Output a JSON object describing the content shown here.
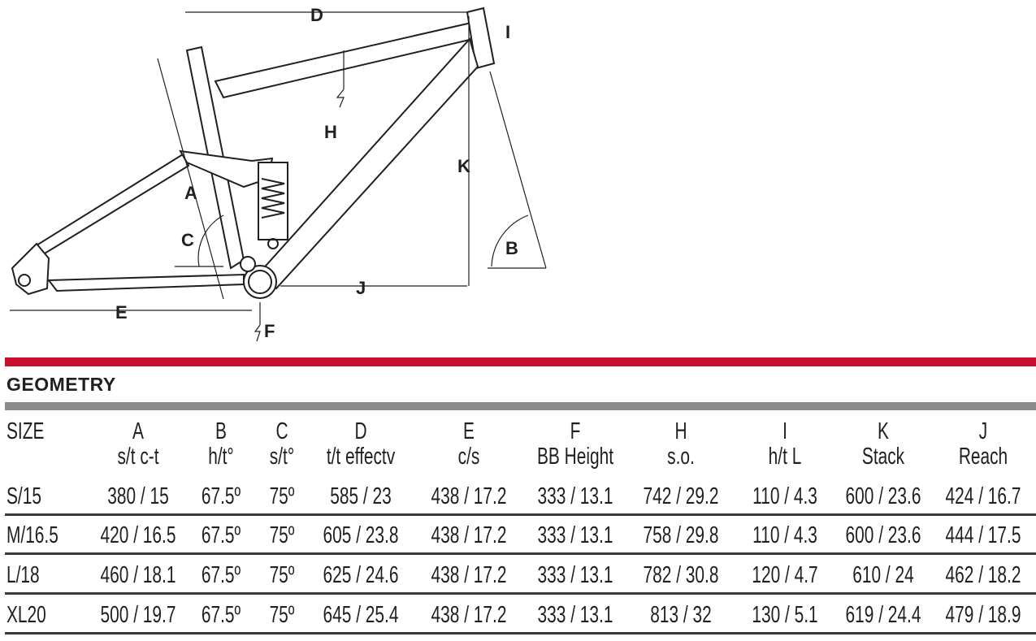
{
  "diagram": {
    "labels": {
      "A": "A",
      "B": "B",
      "C": "C",
      "D": "D",
      "E": "E",
      "F": "F",
      "H": "H",
      "I": "I",
      "J": "J",
      "K": "K"
    }
  },
  "section_title": "GEOMETRY",
  "colors": {
    "accent_red": "#c8102e",
    "bar_gray": "#8a8b8d"
  },
  "table": {
    "headers": [
      {
        "top": "SIZE",
        "bottom": ""
      },
      {
        "top": "A",
        "bottom": "s/t c-t"
      },
      {
        "top": "B",
        "bottom": "h/t°"
      },
      {
        "top": "C",
        "bottom": "s/t°"
      },
      {
        "top": "D",
        "bottom": "t/t effectv"
      },
      {
        "top": "E",
        "bottom": "c/s"
      },
      {
        "top": "F",
        "bottom": "BB Height"
      },
      {
        "top": "H",
        "bottom": "s.o."
      },
      {
        "top": "I",
        "bottom": "h/t L"
      },
      {
        "top": "K",
        "bottom": "Stack"
      },
      {
        "top": "J",
        "bottom": "Reach"
      }
    ],
    "rows": [
      [
        "S/15",
        "380 / 15",
        "67.5º",
        "75º",
        "585 / 23",
        "438 / 17.2",
        "333 / 13.1",
        "742 / 29.2",
        "110 / 4.3",
        "600 / 23.6",
        "424 / 16.7"
      ],
      [
        "M/16.5",
        "420 / 16.5",
        "67.5º",
        "75º",
        "605 / 23.8",
        "438 / 17.2",
        "333 / 13.1",
        "758 / 29.8",
        "110 / 4.3",
        "600 / 23.6",
        "444 / 17.5"
      ],
      [
        "L/18",
        "460 / 18.1",
        "67.5º",
        "75º",
        "625 / 24.6",
        "438 / 17.2",
        "333 / 13.1",
        "782 / 30.8",
        "120 / 4.7",
        "610 / 24",
        "462 / 18.2"
      ],
      [
        "XL20",
        "500 / 19.7",
        "67.5º",
        "75º",
        "645 / 25.4",
        "438 / 17.2",
        "333 / 13.1",
        "813 / 32",
        "130 / 5.1",
        "619 / 24.4",
        "479 / 18.9"
      ]
    ]
  }
}
